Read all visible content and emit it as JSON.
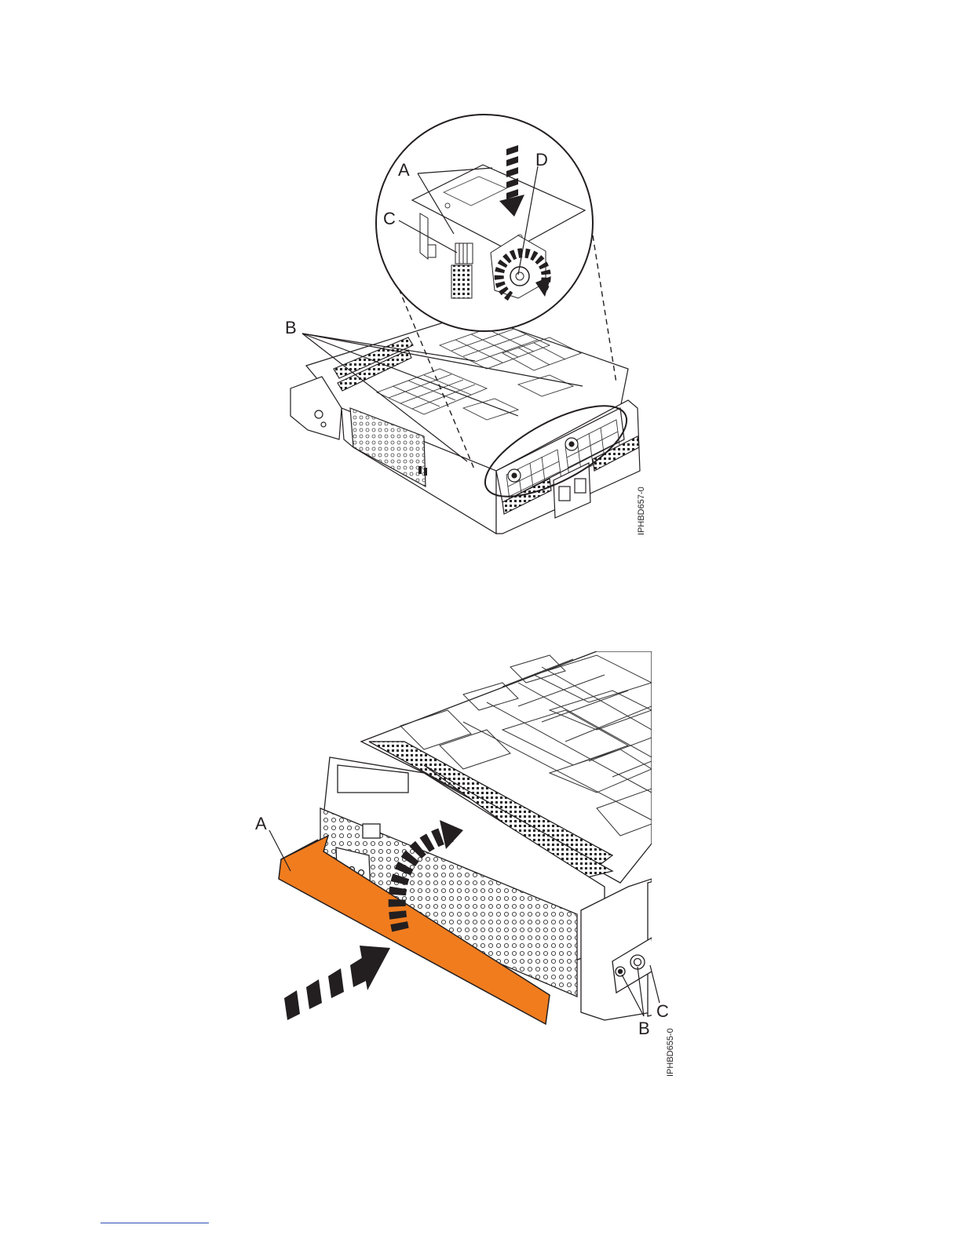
{
  "figure1": {
    "callouts": {
      "a": "A",
      "b": "B",
      "c": "C",
      "d": "D"
    },
    "figure_id": "IPHBD657-0"
  },
  "figure2": {
    "callouts": {
      "a": "A",
      "b": "B",
      "c": "C"
    },
    "figure_id": "IPHBD655-0",
    "highlight_color": "#f07c1e"
  },
  "colors": {
    "line": "#231f20",
    "highlight": "#f07c1e",
    "footer_rule": "#2b4fb5"
  }
}
